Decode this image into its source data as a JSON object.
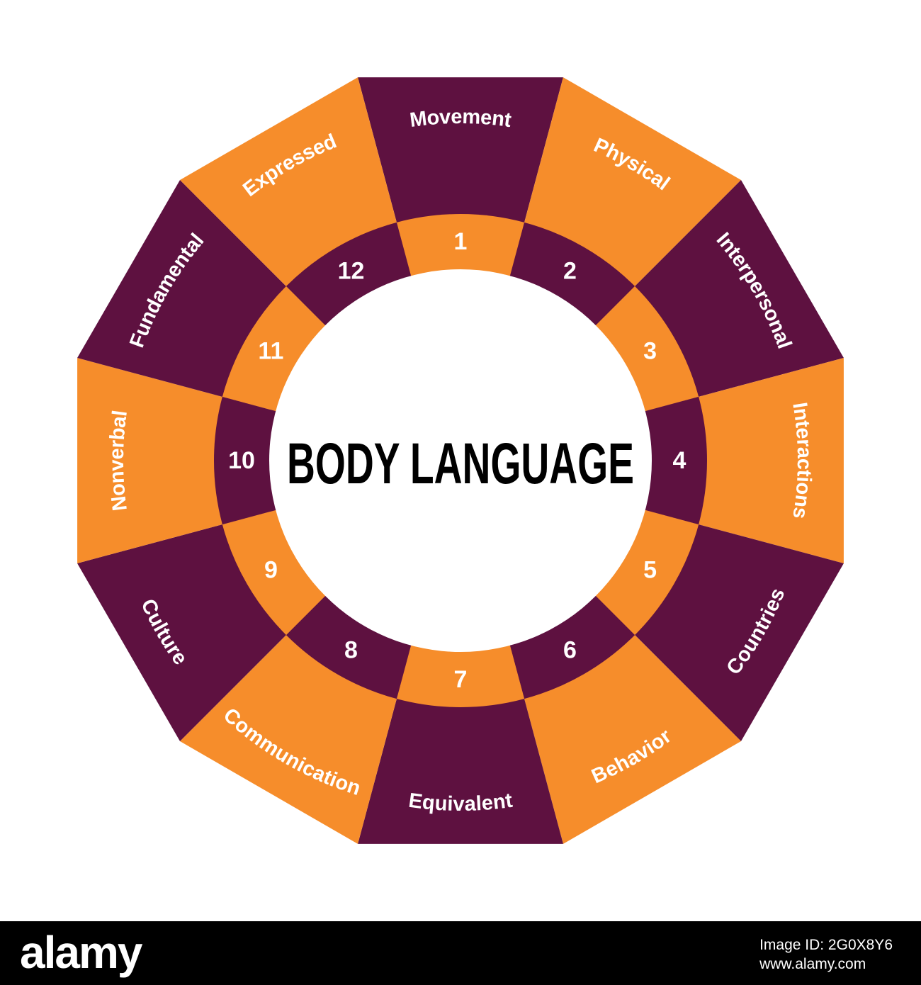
{
  "diagram": {
    "title": "BODY LANGUAGE",
    "colors": {
      "orange": "#F68D2B",
      "purple": "#5E1140",
      "text": "#FFFFFF",
      "title": "#000000"
    },
    "segments": [
      {
        "number": "1",
        "label": "Movement"
      },
      {
        "number": "2",
        "label": "Physical"
      },
      {
        "number": "3",
        "label": "Interpersonal"
      },
      {
        "number": "4",
        "label": "Interactions"
      },
      {
        "number": "5",
        "label": "Countries"
      },
      {
        "number": "6",
        "label": "Behavior"
      },
      {
        "number": "7",
        "label": "Equivalent"
      },
      {
        "number": "8",
        "label": "Communication"
      },
      {
        "number": "9",
        "label": "Culture"
      },
      {
        "number": "10",
        "label": "Nonverbal"
      },
      {
        "number": "11",
        "label": "Fundamental"
      },
      {
        "number": "12",
        "label": "Expressed"
      }
    ]
  },
  "watermark": {
    "logo_text": "alamy",
    "image_id": "Image ID: 2G0X8Y6",
    "site": "www.alamy.com"
  }
}
